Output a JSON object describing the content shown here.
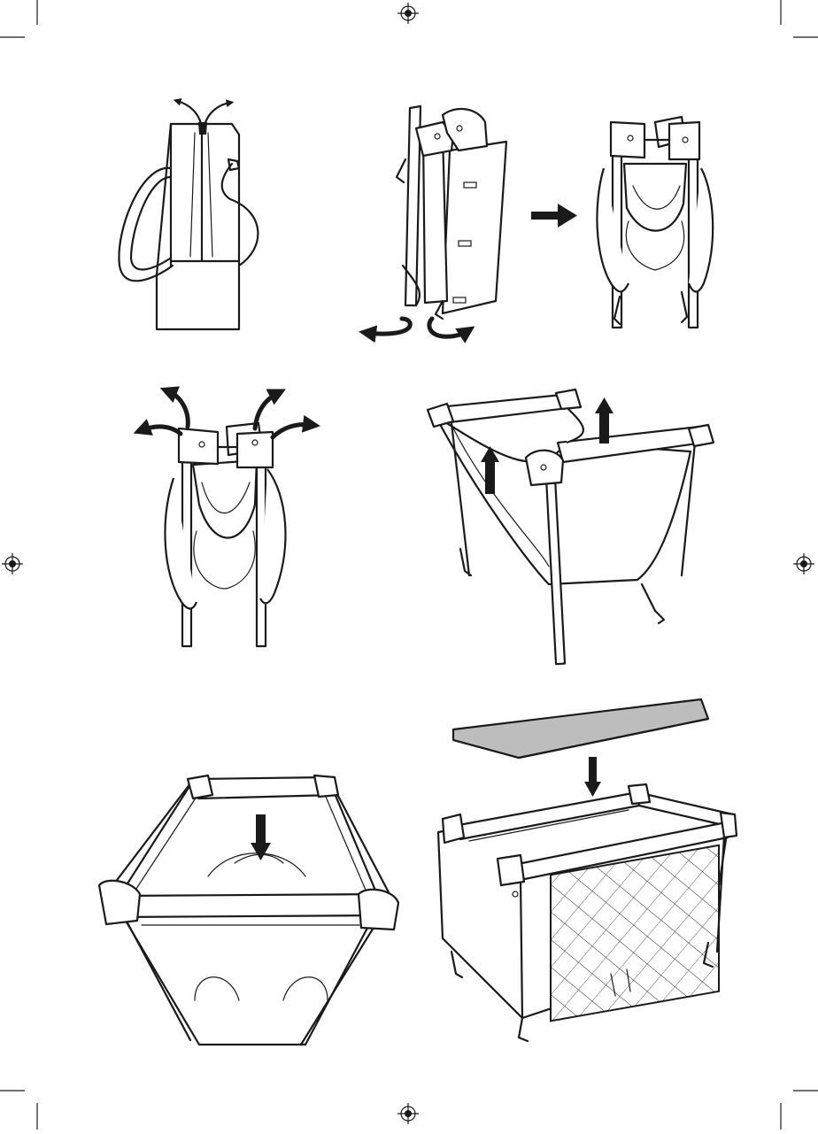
{
  "page": {
    "type": "assembly-instructions-illustrations",
    "colors": {
      "line": "#1a1a1a",
      "paper": "#ffffff",
      "mattress": "#bdbdbd"
    }
  },
  "steps": [
    {
      "id": "step-1",
      "subject": "carry-bag-open",
      "icon": "bag-with-outward-arrows"
    },
    {
      "id": "step-2",
      "subject": "remove-folded-frame",
      "icon": "rotate-arrows-at-feet"
    },
    {
      "id": "step-3",
      "subject": "folded-frame-upright",
      "icon": "folded-frame"
    },
    {
      "id": "step-4",
      "subject": "open-top-rails",
      "icon": "outward-curved-arrows"
    },
    {
      "id": "step-5",
      "subject": "lift-rails",
      "icon": "up-arrows"
    },
    {
      "id": "step-6",
      "subject": "press-floor-center",
      "icon": "down-arrow"
    },
    {
      "id": "step-7",
      "subject": "insert-mattress",
      "icon": "mattress-down-arrow"
    }
  ]
}
